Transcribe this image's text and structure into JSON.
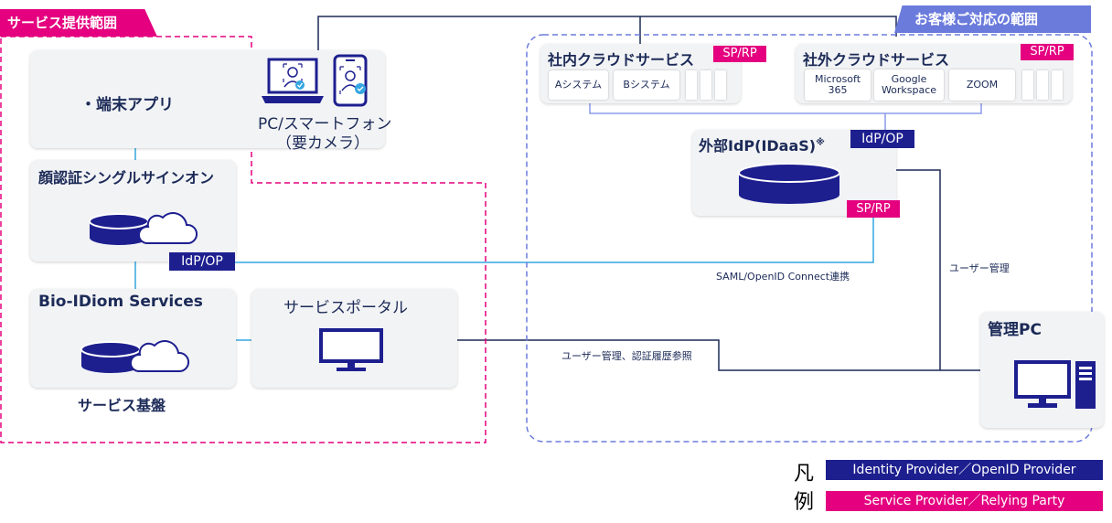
{
  "scopes": {
    "provider": "サービス提供範囲",
    "customer": "お客様ご対応の範囲"
  },
  "left": {
    "app": "・端末アプリ",
    "device": "PC/スマートフォン",
    "device_sub": "（要カメラ）",
    "sso": "顔認証シングルサインオン",
    "bio": "Bio-IDiom Services",
    "platform": "サービス基盤",
    "portal": "サービスポータル",
    "idp_op": "IdP/OP"
  },
  "right": {
    "internal_cloud": "社内クラウドサービス",
    "internal_systems": [
      "Aシステム",
      "Bシステム"
    ],
    "external_cloud": "社外クラウドサービス",
    "external_systems": [
      "Microsoft\n365",
      "Google\nWorkspace",
      "ZOOM"
    ],
    "sp_rp": "SP/RP",
    "idaas": "外部IdP(IDaaS)",
    "idaas_note": "※",
    "idaas_idp": "IdP/OP",
    "idaas_sp": "SP/RP",
    "admin_pc": "管理PC"
  },
  "edges": {
    "saml": "SAML/OpenID Connect連携",
    "user_mgmt": "ユーザー管理",
    "user_mgmt_logs": "ユーザー管理、認証履歴参照"
  },
  "legend": {
    "title_1": "凡",
    "title_2": "例",
    "idp": "Identity Provider／OpenID Provider",
    "sp": "Service Provider／Relying Party"
  },
  "colors": {
    "navy": "#1d1f8f",
    "pink": "#e4007f",
    "dark_text": "#1b2a57",
    "scope_blue": "#6b7bdc",
    "connector_blue": "#35a6e0"
  }
}
